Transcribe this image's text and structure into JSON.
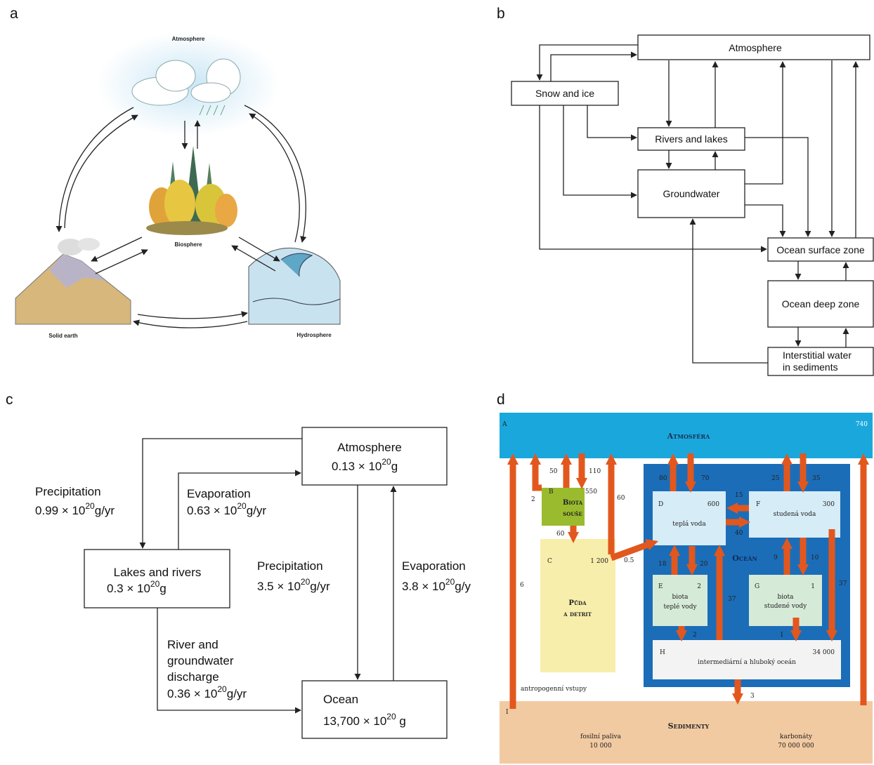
{
  "panels": {
    "a": {
      "letter": "a",
      "labels": {
        "atmosphere": "Atmosphere",
        "biosphere": "Biosphere",
        "solid_earth": "Solid earth",
        "hydrosphere": "Hydrosphere"
      }
    },
    "b": {
      "letter": "b",
      "boxes": {
        "atmosphere": "Atmosphere",
        "snow_ice": "Snow and ice",
        "rivers_lakes": "Rivers and lakes",
        "groundwater": "Groundwater",
        "ocean_surface": "Ocean surface zone",
        "ocean_deep": "Ocean deep zone",
        "interstitial_1": "Interstitial water",
        "interstitial_2": "in sediments"
      }
    },
    "c": {
      "letter": "c",
      "atmosphere": {
        "name": "Atmosphere",
        "mass": "0.13 × 10",
        "exp": "20",
        "unit": "g"
      },
      "lakes": {
        "name": "Lakes and rivers",
        "mass": "0.3 × 10",
        "exp": "20",
        "unit": "g"
      },
      "ocean": {
        "name": "Ocean",
        "mass": "13,700 × 10",
        "exp": "20",
        "unit": " g"
      },
      "flows": {
        "precip_land": {
          "label": "Precipitation",
          "value": "0.99 × 10",
          "exp": "20",
          "unit": "g/yr"
        },
        "evap_land": {
          "label": "Evaporation",
          "value": "0.63 × 10",
          "exp": "20",
          "unit": "g/yr"
        },
        "precip_ocean": {
          "label": "Precipitation",
          "value": "3.5 × 10",
          "exp": "20",
          "unit": "g/yr"
        },
        "evap_ocean": {
          "label": "Evaporation",
          "value": "3.8 × 10",
          "exp": "20",
          "unit": "g/y"
        },
        "discharge": {
          "line1": "River and",
          "line2": "groundwater",
          "line3": "discharge",
          "value": "0.36 × 10",
          "exp": "20",
          "unit": "g/yr"
        }
      }
    },
    "d": {
      "letter": "d",
      "atmosphere": {
        "letter": "A",
        "name": "Atmosféra",
        "value": "740"
      },
      "biota_land": {
        "letter": "B",
        "line1": "Biota",
        "line2": "souše",
        "value": "550"
      },
      "soil": {
        "letter": "C",
        "line1": "Půda",
        "line2": "a detrit",
        "value": "1 200"
      },
      "warm_water": {
        "letter": "D",
        "name": "teplá voda",
        "value": "600"
      },
      "cold_water": {
        "letter": "F",
        "name": "studená voda",
        "value": "300"
      },
      "ocean_label": "Oceán",
      "warm_biota": {
        "letter": "E",
        "line1": "biota",
        "line2": "teplé vody",
        "value": "2"
      },
      "cold_biota": {
        "letter": "G",
        "line1": "biota",
        "line2": "studené vody",
        "value": "1"
      },
      "deep_ocean": {
        "letter": "H",
        "name": "intermediární a hluboký oceán",
        "value": "34 000"
      },
      "anthropogenic": "antropogenní vstupy",
      "sediments": {
        "name": "Sedimenty",
        "letter": "I",
        "fossil": {
          "name": "fosilní paliva",
          "value": "10 000"
        },
        "carbonates": {
          "name": "karbonáty",
          "value": "70 000 000"
        }
      },
      "flows": {
        "f50": "50",
        "f110": "110",
        "f2": "2",
        "f60a": "60",
        "f60b": "60",
        "f05": "0.5",
        "f6": "6",
        "f80": "80",
        "f70": "70",
        "f15": "15",
        "f40": "40",
        "f25": "25",
        "f35": "35",
        "f18": "18",
        "f20": "20",
        "f37a": "37",
        "f9": "9",
        "f10": "10",
        "f37b": "37",
        "f2b": "2",
        "f1": "1",
        "f3": "3"
      },
      "colors": {
        "atmosphere": "#1aa8dc",
        "ocean": "#1b6db8",
        "arrow": "#e2571e",
        "biota": "#9bbb2e",
        "soil": "#f8eeab",
        "sediment": "#f2caa2"
      }
    }
  }
}
